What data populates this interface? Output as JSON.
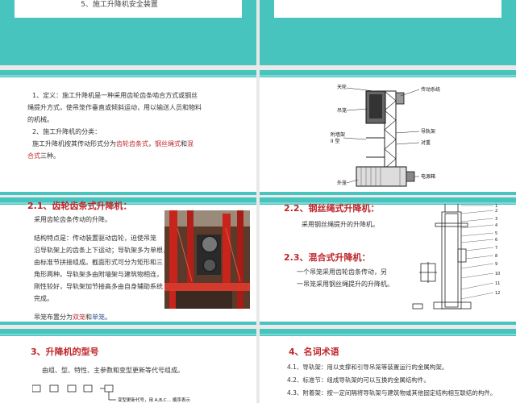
{
  "slide1": {
    "heading": "5、施工升降机安全装置"
  },
  "slide3": {
    "p1_lines": [
      "1、定义：施工升降机是一种采用齿轮齿条啮合方式或钢丝",
      "绳提升方式，使吊笼作垂直或倾斜运动，用以输送人员和物料",
      "的机械。"
    ],
    "p2": "2、施工升降机的分类：",
    "p3_prefix": "施工升降机按其传动形式分为",
    "p3_t1": "齿轮齿条式",
    "p3_sep": "，",
    "p3_t2": "钢丝绳式",
    "p3_and": "和",
    "p3_t3": "混",
    "p3_t3b": "合式",
    "p3_suffix": "三种。"
  },
  "slide4": {
    "labels": {
      "top_wheel": "天轮",
      "drive": "传动系统",
      "cage": "吊笼",
      "wall": "附墙架",
      "wall2": "II 型",
      "mast": "导轨架",
      "counterweight": "对重",
      "fence": "外笼",
      "elec": "电源箱"
    }
  },
  "slide5": {
    "heading": "2.1、齿轮齿条式升降机：",
    "intro": "采用齿轮齿条传动的升降。",
    "desc_lines": [
      "结构特点是：传动装置驱动齿轮，迫使吊笼",
      "沿导轨架上的齿条上下运动；导轨架多为单根，",
      "由标准节拼接组成。截面形式可分为矩形和三",
      "角形两种。导轨架多由附墙架与建筑物相连，",
      "刚性较好，导轨架加节接高多由自身辅助系统",
      "完成。"
    ],
    "cage_prefix": "吊笼布置分为",
    "cage_t1": "双笼",
    "cage_and": "和",
    "cage_t2": "单笼",
    "cage_end": "。"
  },
  "slide6": {
    "heading1": "2.2、钢丝绳式升降机：",
    "body1": "采用钢丝绳提升的升降机。",
    "heading2": "2.3、混合式升降机：",
    "body2_lines": [
      "一个吊笼采用齿轮齿条传动，另",
      "一吊笼采用钢丝绳提升的升降机。"
    ],
    "numbers": [
      "1",
      "2",
      "3",
      "4",
      "5",
      "6",
      "7",
      "8",
      "9",
      "10",
      "11",
      "12"
    ]
  },
  "slide7": {
    "heading": "3、升降机的型号",
    "body": "由组、型、特性、主参数和变型更新等代号组成。",
    "label": "变型更新代号，用 A,B,C… 顺序表示"
  },
  "slide8": {
    "heading": "4、名词术语",
    "terms": [
      "4.1、导轨架：用以支撑和引导吊笼等装置运行的金属构架。",
      "4.2、标准节：组成导轨架的可以互换的金属结构件。",
      "4.3、附着架：按一定间隔将导轨架与建筑物或其他固定结构相互联结的构件。"
    ]
  },
  "colors": {
    "teal": "#46c4bd",
    "red": "#c0252a",
    "blue": "#2a4d9b"
  }
}
